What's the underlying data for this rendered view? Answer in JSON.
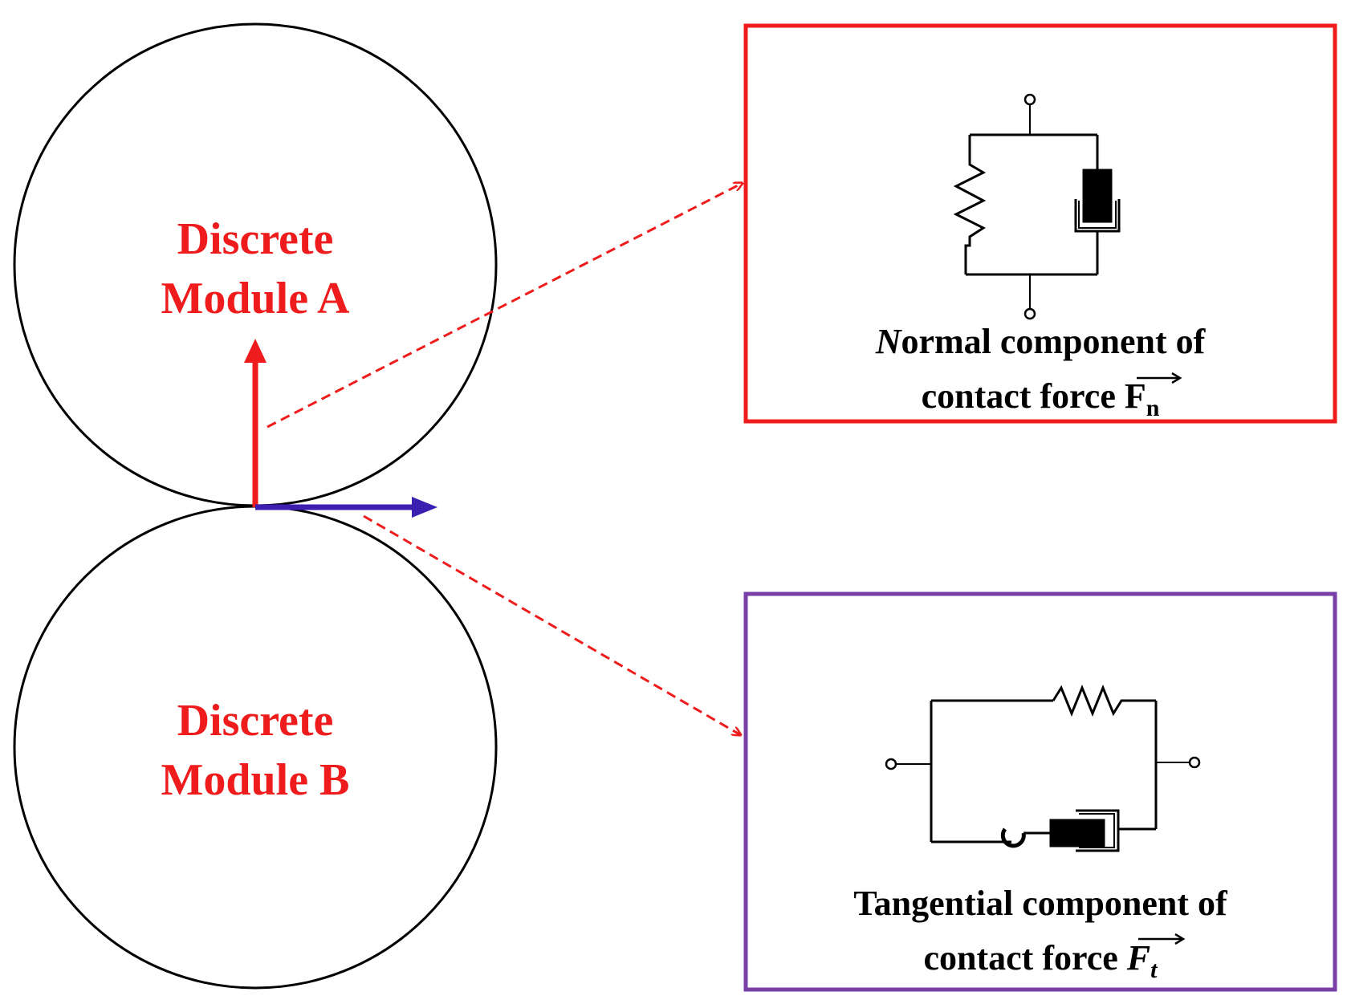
{
  "colors": {
    "module_label": "#ee1c1c",
    "normal_arrow": "#ee1c1c",
    "tangential_arrow": "#3a1fb0",
    "connector_dashed": "#ee1c1c",
    "normal_box_border": "#ee1c1c",
    "tangential_box_border": "#7a3fa6",
    "circle_stroke": "#000000"
  },
  "modules": {
    "a": {
      "line1": "Discrete",
      "line2": "Module A"
    },
    "b": {
      "line1": "Discrete",
      "line2": "Module B"
    }
  },
  "normal_box": {
    "caption_line1_first": "N",
    "caption_line1_rest": "ormal component of",
    "caption_line2": "contact force ",
    "vector_symbol": "F",
    "vector_subscript": "n",
    "elements": [
      "spring-icon",
      "dashpot-icon"
    ]
  },
  "tangential_box": {
    "caption_line1": "Tangential component of",
    "caption_line2": "contact force ",
    "vector_symbol": "F",
    "vector_subscript": "t",
    "elements": [
      "spring-icon",
      "dashpot-icon",
      "slider-icon"
    ]
  }
}
